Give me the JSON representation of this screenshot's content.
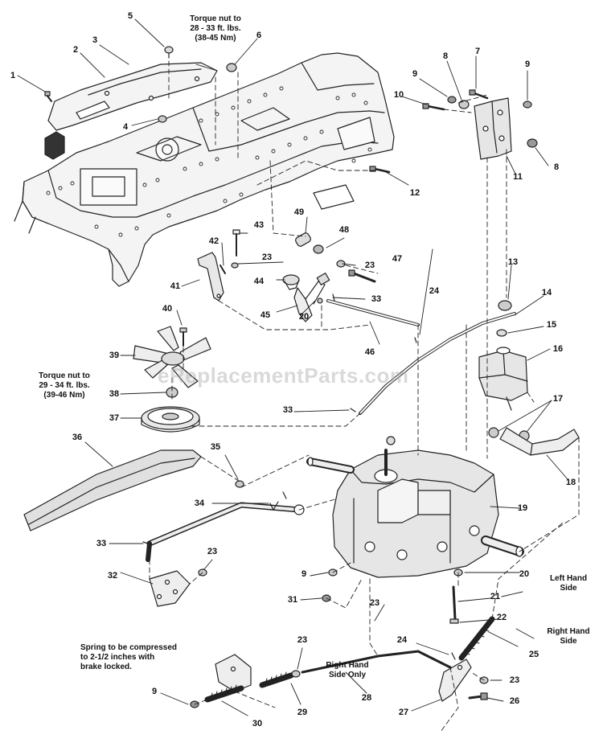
{
  "diagram": {
    "parts": [
      "1",
      "2",
      "3",
      "4",
      "5",
      "6",
      "7",
      "8",
      "8",
      "9",
      "9",
      "9",
      "9",
      "10",
      "11",
      "12",
      "13",
      "14",
      "15",
      "16",
      "17",
      "18",
      "19",
      "20",
      "20",
      "21",
      "22",
      "23",
      "23",
      "23",
      "23",
      "23",
      "23",
      "24",
      "24",
      "25",
      "26",
      "27",
      "28",
      "29",
      "30",
      "31",
      "32",
      "33",
      "33",
      "33",
      "34",
      "35",
      "36",
      "37",
      "38",
      "39",
      "40",
      "41",
      "42",
      "43",
      "44",
      "45",
      "46",
      "47",
      "48",
      "49"
    ],
    "notes": {
      "torque_top": [
        "Torque nut to",
        "28 - 33 ft. lbs.",
        "(38-45 Nm)"
      ],
      "torque_left": [
        "Torque nut to",
        "29 - 34 ft. lbs.",
        "(39-46 Nm)"
      ],
      "spring": [
        "Spring to be compressed",
        "to 2-1/2 inches with",
        "brake locked."
      ],
      "right_hand_only": [
        "Right Hand",
        "Side Only"
      ],
      "left_hand": [
        "Left Hand",
        "Side"
      ],
      "right_hand": [
        "Right Hand",
        "Side"
      ]
    },
    "watermark": "eReplacementParts.com",
    "colors": {
      "line": "#222222",
      "fill": "#f4f4f4",
      "shade": "#cfcfcf"
    }
  }
}
